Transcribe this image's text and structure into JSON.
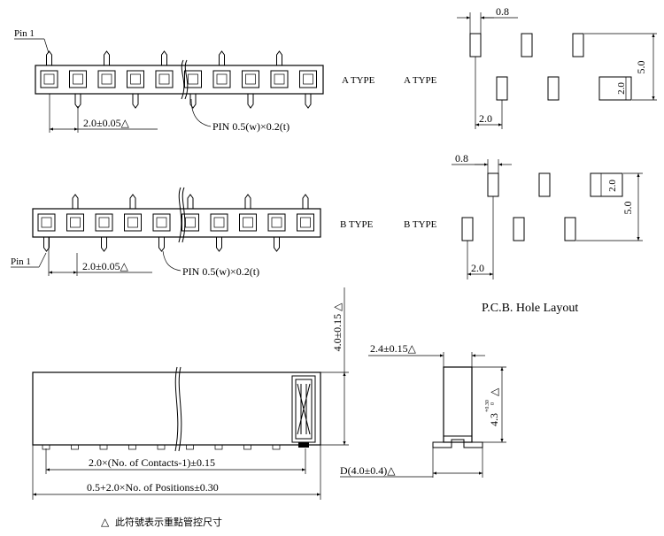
{
  "labels": {
    "pin1": "Pin 1",
    "a_type": "A TYPE",
    "b_type": "B TYPE",
    "pitch_tol": "2.0±0.05△",
    "pin_size": "PIN 0.5(w)×0.2(t)",
    "pcb_title": "P.C.B. Hole Layout",
    "dim_0_8": "0.8",
    "dim_5_0": "5.0",
    "dim_2_0": "2.0",
    "height_4_0": "4.0±0.15 △",
    "width_2_4": "2.4±0.15△",
    "height_4_3": "4.3",
    "tol_upper": "+0.30",
    "tol_lower": "0",
    "depth_d": "D(4.0±0.4)△",
    "contacts_dim": "2.0×(No. of Contacts-1)±0.15",
    "positions_dim": "0.5+2.0×No. of Positions±0.30",
    "triangle": "△",
    "footnote": "此符號表示重點管控尺寸"
  }
}
